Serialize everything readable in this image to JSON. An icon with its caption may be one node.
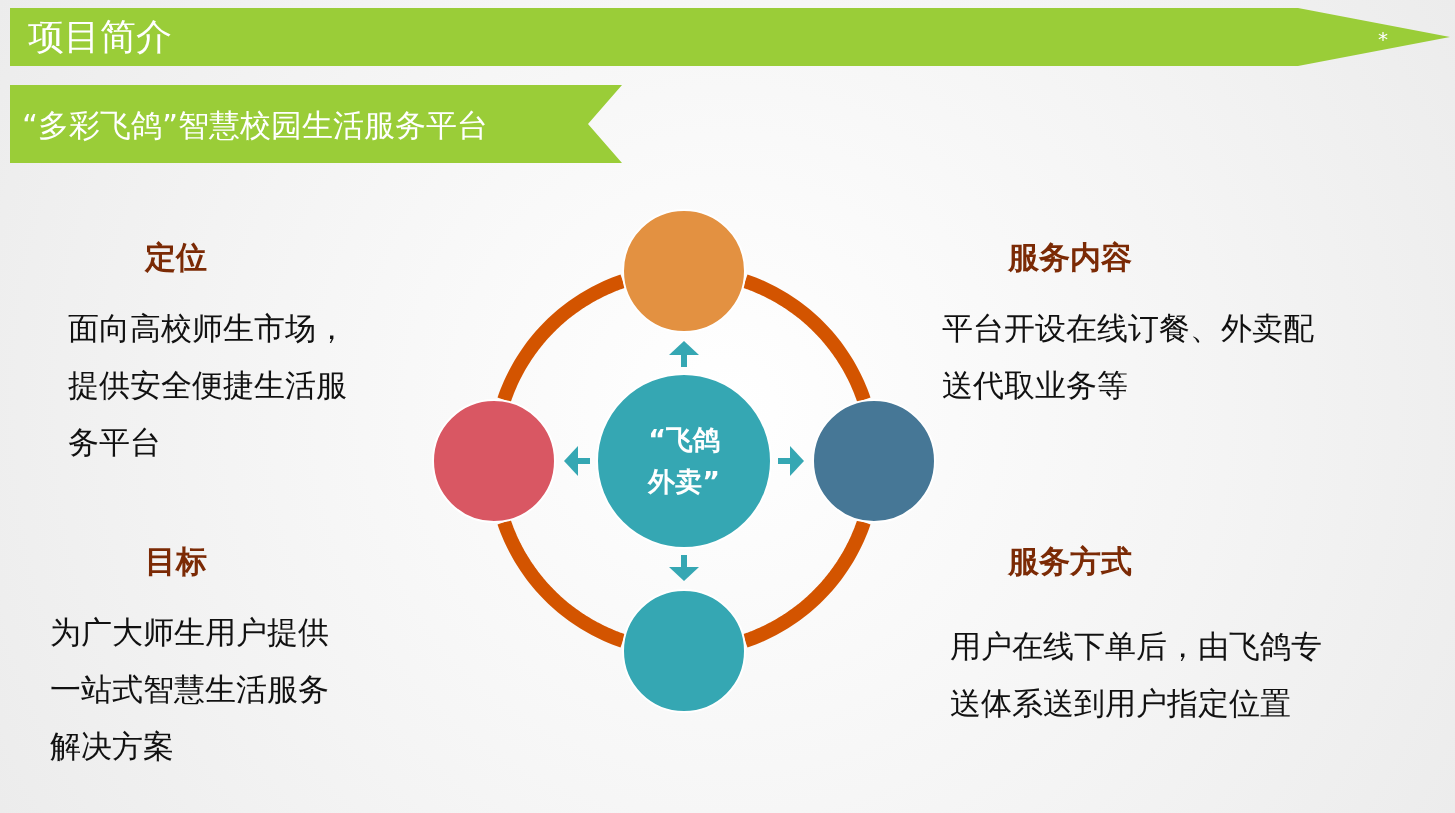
{
  "diagram": {
    "title": "项目简介",
    "nodes": [
      {
        "text": [
          "“飞鸽外卖”"
        ]
      },
      {
        "text": [],
        "shape": "circle"
      },
      {
        "text": [],
        "shape": "circle"
      },
      {
        "text": [],
        "shape": "circle"
      },
      {
        "text": [],
        "shape": "circle"
      }
    ],
    "edges": [
      {
        "from": 0,
        "to": 1,
        "arrow": "to"
      },
      {
        "from": 0,
        "to": 2,
        "arrow": "to"
      },
      {
        "from": 0,
        "to": 3,
        "arrow": "to"
      },
      {
        "from": 0,
        "to": 4,
        "arrow": "to"
      },
      {
        "from": 1,
        "to": 3,
        "arrow": "none",
        "style": "thick",
        "color": "#d35400"
      },
      {
        "from": 3,
        "to": 4,
        "arrow": "none",
        "style": "thick",
        "color": "#d35400"
      },
      {
        "from": 4,
        "to": 2,
        "arrow": "none",
        "style": "thick",
        "color": "#d35400"
      },
      {
        "from": 2,
        "to": 1,
        "arrow": "none",
        "style": "thick",
        "color": "#d35400"
      }
    ],
    "labels": [
      "*",
      "“多彩飞鸽”智慧校园生活服务平台",
      "定位",
      "服务内容",
      "面向高校师生市场，提供安全便捷生活服务平台",
      "平台开设在线订餐、外卖配送代取业务等",
      "目标",
      "服务方式",
      "为广大师生用户提供一站式智慧生活服务解决方案",
      "用户在线下单后，由飞鸽专送体系送到用户指定位置"
    ]
  }
}
